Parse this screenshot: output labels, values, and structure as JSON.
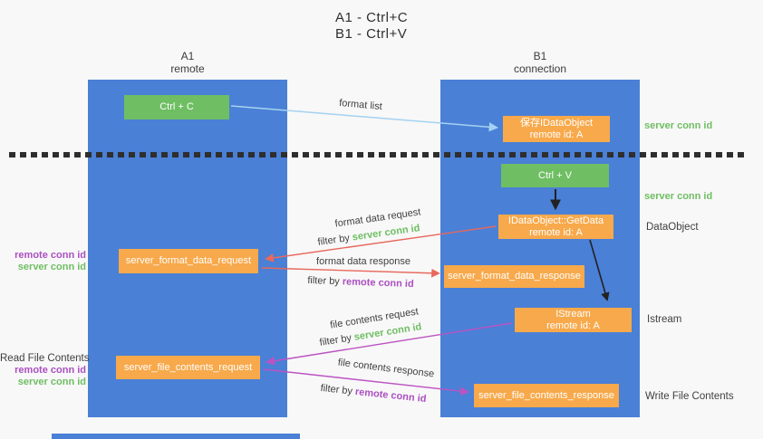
{
  "title": {
    "line1": "A1 - Ctrl+C",
    "line2": "B1 - Ctrl+V"
  },
  "lanes": {
    "left": {
      "name": "A1",
      "role": "remote"
    },
    "right": {
      "name": "B1",
      "role": "connection"
    }
  },
  "nodes": {
    "ctrl_c": {
      "label": "Ctrl + C"
    },
    "save_dataobject": {
      "line1": "保存IDataObject",
      "line2": "remote id: A"
    },
    "ctrl_v": {
      "label": "Ctrl + V"
    },
    "getdata": {
      "line1": "IDataObject::GetData",
      "line2": "remote id: A"
    },
    "format_request": {
      "label": "server_format_data_request"
    },
    "format_response": {
      "label": "server_format_data_response"
    },
    "istream": {
      "line1": "IStream",
      "line2": "remote id: A"
    },
    "file_request": {
      "label": "server_file_contents_request"
    },
    "file_response": {
      "label": "server_file_contents_response"
    }
  },
  "labels": {
    "format_list": "format list",
    "format_data_request": "format data request",
    "format_data_response": "format data response",
    "file_contents_request": "file contents request",
    "file_contents_response": "file contents response",
    "filter_by": "filter by",
    "server_conn_id": "server conn id",
    "remote_conn_id": "remote conn id",
    "dataobject": "DataObject",
    "istream": "Istream",
    "read_file_contents": "Read File Contents",
    "write_file_contents": "Write File Contents"
  },
  "colors": {
    "lane_blue": "#4a80d6",
    "box_green": "#6fbe63",
    "box_orange": "#f7a94b",
    "arrow_blue": "#a5d2f2",
    "arrow_black": "#222222",
    "arrow_red": "#e8685d",
    "arrow_magenta": "#bc53c3",
    "label_green": "#6fbe63",
    "label_purple": "#ab4fc1",
    "text_dark": "#3f3f3f",
    "background": "#f8f8f8"
  }
}
